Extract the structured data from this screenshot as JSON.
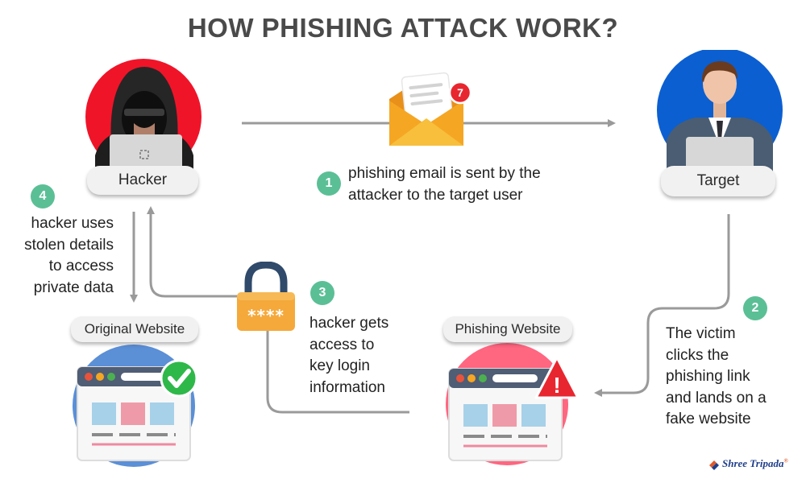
{
  "title": "HOW PHISHING ATTACK WORK?",
  "actors": {
    "hacker": {
      "label": "Hacker"
    },
    "target": {
      "label": "Target"
    }
  },
  "websites": {
    "original": {
      "label": "Original Website"
    },
    "phishing": {
      "label": "Phishing Website"
    }
  },
  "icons": {
    "hacker": "hooded-hacker-icon",
    "target": "businessman-icon",
    "email": "envelope-icon",
    "email_badge": "7",
    "lock": "padlock-icon",
    "lock_text": "****",
    "original_site": "browser-window-check-icon",
    "phishing_site": "browser-window-warning-icon",
    "warning_mark": "!"
  },
  "steps": [
    {
      "number": "1",
      "lines": [
        "phishing email is sent by the",
        "attacker to the target user"
      ]
    },
    {
      "number": "2",
      "lines": [
        "The victim",
        "clicks the",
        "phishing link",
        "and lands on a",
        "fake website"
      ]
    },
    {
      "number": "3",
      "lines": [
        "hacker gets",
        "access to",
        "key login",
        "information"
      ]
    },
    {
      "number": "4",
      "lines": [
        "hacker uses",
        "stolen details",
        "to access",
        "private data"
      ]
    }
  ],
  "brand": {
    "name": "Shree Tripada",
    "mark": "®"
  },
  "colors": {
    "hacker_circle": "#f01429",
    "target_circle": "#0b5fd1",
    "original_circle": "#5b8fd6",
    "phishing_circle": "#ff6680",
    "step_badge": "#5bbf96",
    "connector": "#9a9a9a",
    "lock_body": "#f5a93b",
    "envelope": "#f5a623",
    "warning": "#e8262f",
    "check": "#2fb84a"
  }
}
